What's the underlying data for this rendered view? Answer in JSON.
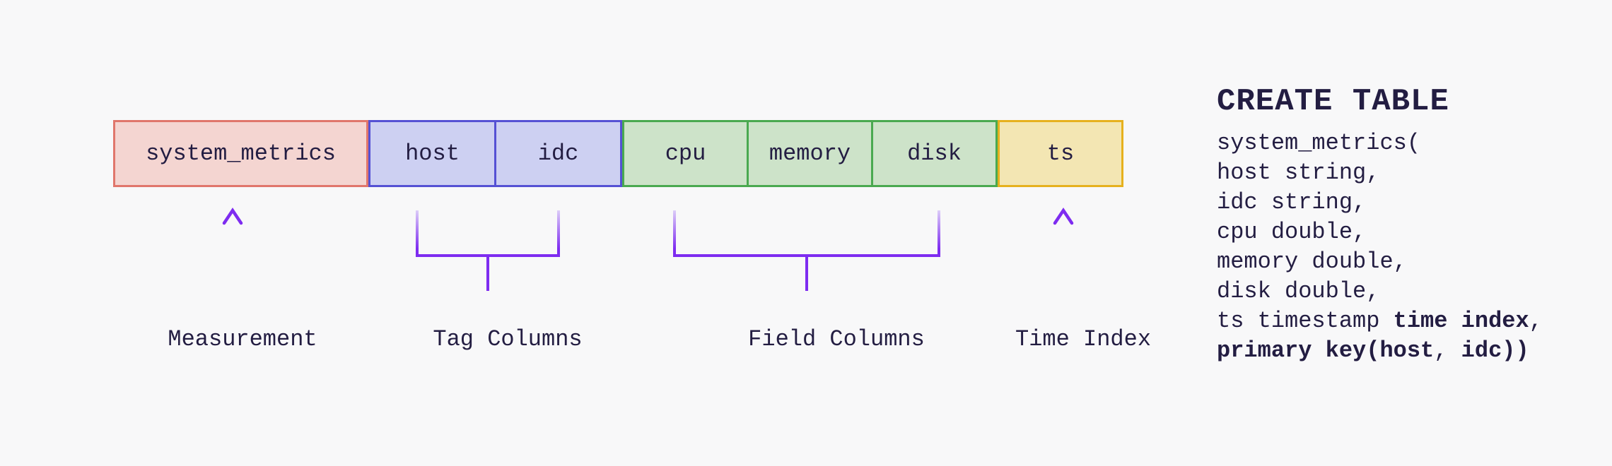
{
  "colors": {
    "background": "#f8f8f9",
    "text": "#231d42",
    "measurement_fill": "#f4d5d1",
    "measurement_border": "#e0766c",
    "tag_fill": "#cdd0f2",
    "tag_border": "#5551d4",
    "field_fill": "#cde3c9",
    "field_border": "#4aa950",
    "time_fill": "#f3e6b3",
    "time_border": "#e6b11e",
    "accent_purple": "#7e2cf0",
    "accent_purple_light": "#dcccf8"
  },
  "diagram": {
    "boxes": [
      {
        "label": "system_metrics",
        "role": "measurement"
      },
      {
        "label": "host",
        "role": "tag"
      },
      {
        "label": "idc",
        "role": "tag"
      },
      {
        "label": "cpu",
        "role": "field"
      },
      {
        "label": "memory",
        "role": "field"
      },
      {
        "label": "disk",
        "role": "field"
      },
      {
        "label": "ts",
        "role": "time-index"
      }
    ],
    "labels": {
      "measurement": "Measurement",
      "tag": "Tag Columns",
      "field": "Field Columns",
      "time": "Time Index"
    }
  },
  "sql": {
    "title": "CREATE TABLE",
    "lines": [
      {
        "pre": "system_metrics(",
        "bold": "",
        "post": "",
        "bold2": ""
      },
      {
        "pre": "host string,",
        "bold": "",
        "post": "",
        "bold2": ""
      },
      {
        "pre": "idc string,",
        "bold": "",
        "post": "",
        "bold2": ""
      },
      {
        "pre": "cpu double,",
        "bold": "",
        "post": "",
        "bold2": ""
      },
      {
        "pre": "memory double,",
        "bold": "",
        "post": "",
        "bold2": ""
      },
      {
        "pre": "disk double,",
        "bold": "",
        "post": "",
        "bold2": ""
      },
      {
        "pre": "ts timestamp ",
        "bold": "time index",
        "post": ",",
        "bold2": ""
      },
      {
        "pre": "",
        "bold": "primary key(host",
        "post": ", ",
        "bold2": "idc))"
      }
    ]
  }
}
